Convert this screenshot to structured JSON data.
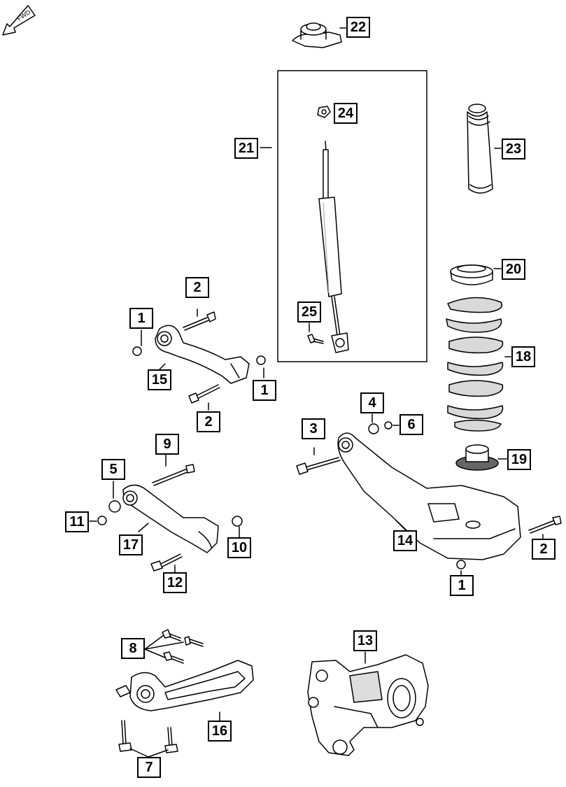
{
  "fwd_label": "FWD",
  "colors": {
    "line": "#000000",
    "part_fill": "#ffffff",
    "shade": "#d9d9d9"
  },
  "callouts": {
    "c1a": "1",
    "c1b": "1",
    "c1c": "1",
    "c2a": "2",
    "c2b": "2",
    "c2c": "2",
    "c3": "3",
    "c4": "4",
    "c5": "5",
    "c6": "6",
    "c7": "7",
    "c8": "8",
    "c9": "9",
    "c10": "10",
    "c11": "11",
    "c12": "12",
    "c13": "13",
    "c14": "14",
    "c15": "15",
    "c16": "16",
    "c17": "17",
    "c18": "18",
    "c19": "19",
    "c20": "20",
    "c21": "21",
    "c22": "22",
    "c23": "23",
    "c24": "24",
    "c25": "25"
  }
}
